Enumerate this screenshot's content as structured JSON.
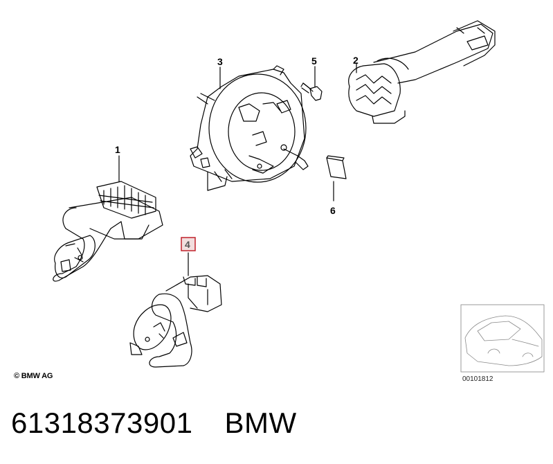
{
  "callouts": {
    "c1": "1",
    "c2": "2",
    "c3": "3",
    "c4": "4",
    "c5": "5",
    "c6": "6"
  },
  "highlight_color": "#c0202a",
  "copyright": "© BMW AG",
  "reference_code": "00101812",
  "footer": {
    "part_number": "61318373901",
    "brand": "BMW"
  }
}
